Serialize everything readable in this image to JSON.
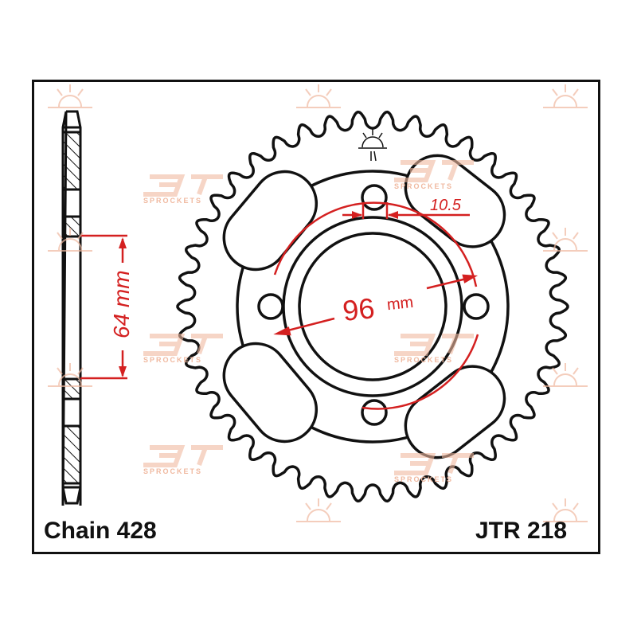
{
  "labels": {
    "chain": "Chain 428",
    "part_number": "JTR 218",
    "offset_dim": "64 mm",
    "pcd_value": "96",
    "pcd_unit": "mm",
    "bolt_hole_dim": "10.5"
  },
  "watermark": {
    "text": "SPROCKETS",
    "logo": "JT"
  },
  "colors": {
    "outline": "#111111",
    "dimension": "#d42020",
    "watermark": "#f0b9a0"
  },
  "sprocket": {
    "teeth": 42
  }
}
